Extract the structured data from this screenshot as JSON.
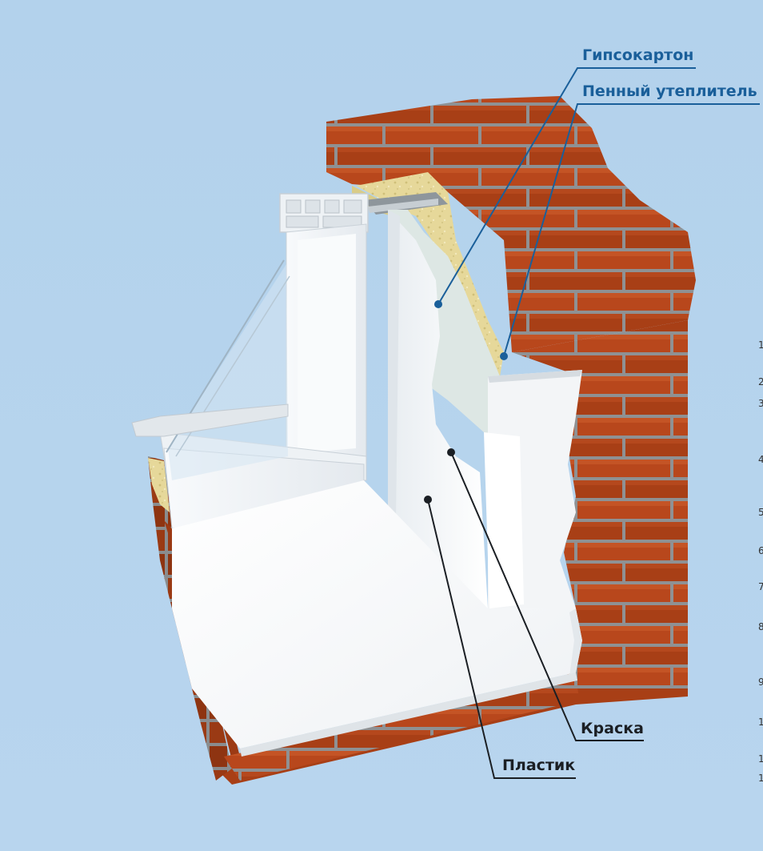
{
  "labels": {
    "gypsum": "Гипсокартон",
    "foam": "Пенный утеплитель",
    "paint": "Краска",
    "plastic": "Пластик"
  },
  "edge_numbers": [
    "1",
    "2",
    "3",
    "4",
    "5",
    "6",
    "7",
    "8",
    "9",
    "1",
    "1",
    "1"
  ],
  "colors": {
    "background": "#b5d3ec",
    "brick": "#b8471c",
    "mortar": "#8f9193",
    "insulation": "#e8dca0",
    "drywall": "#dfe8e6",
    "pvc": "#f6f8fa",
    "callout_blue": "#1a5f9a",
    "callout_dark": "#1b1f24"
  }
}
